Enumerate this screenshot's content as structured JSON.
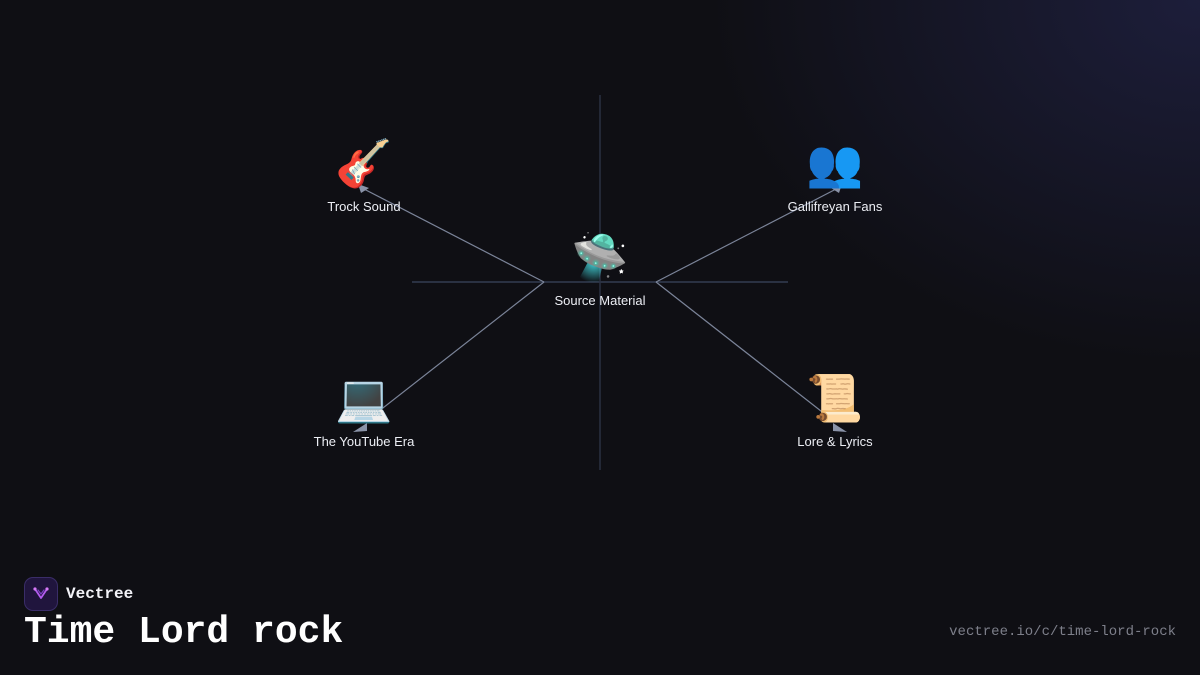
{
  "brand": {
    "name": "Vectree"
  },
  "page": {
    "title": "Time Lord rock",
    "url": "vectree.io/c/time-lord-rock"
  },
  "diagram": {
    "center": {
      "label": "Source Material",
      "icon": "ufo-icon",
      "glyph": "🛸"
    },
    "nodes": [
      {
        "id": "trock-sound",
        "label": "Trock Sound",
        "icon": "guitar-icon",
        "glyph": "🎸"
      },
      {
        "id": "gallifreyan-fans",
        "label": "Gallifreyan Fans",
        "icon": "people-icon",
        "glyph": "👥"
      },
      {
        "id": "the-youtube-era",
        "label": "The YouTube Era",
        "icon": "laptop-icon",
        "glyph": "💻"
      },
      {
        "id": "lore-and-lyrics",
        "label": "Lore & Lyrics",
        "icon": "scroll-icon",
        "glyph": "📜"
      }
    ],
    "colors": {
      "edge": "#7b8499",
      "axis": "#2a3142",
      "arrow": "#8a93a8"
    }
  }
}
